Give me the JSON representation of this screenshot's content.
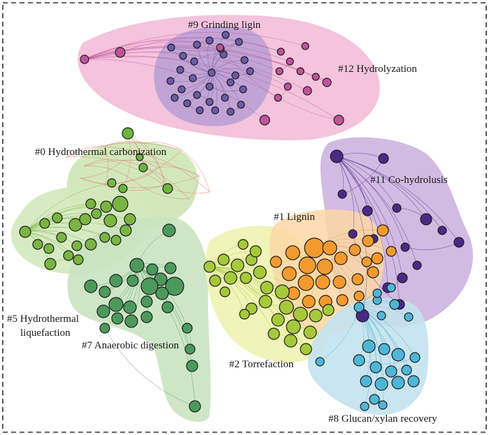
{
  "diagram": {
    "clusters": [
      {
        "id": "c9",
        "label": "#9 Grinding ligin",
        "color": "#6b5aa8",
        "hull": "#bda6d6"
      },
      {
        "id": "c12",
        "label": "#12 Hydrolyzation",
        "color": "#c0539c",
        "hull": "#f2b8d6"
      },
      {
        "id": "c0",
        "label": "#0 Hydrothermal carbonization",
        "color": "#6db33f",
        "hull": "#cde6b4",
        "link_color": "#e0706c"
      },
      {
        "id": "c11",
        "label": "#11 Co-hydrolusis",
        "color": "#4a2a86",
        "hull": "#cdb4df"
      },
      {
        "id": "c1",
        "label": "#1 Lignin",
        "color": "#f39a2e",
        "hull": "#fbd7a6"
      },
      {
        "id": "c5",
        "label": "#5 Hydrothermal liquefaction",
        "label_lines": [
          "#5 Hydrothermal",
          "liquefaction"
        ],
        "color": "#7ab542",
        "hull": "#d7ebc2"
      },
      {
        "id": "c7",
        "label": "#7  Anaerobic digestion",
        "color": "#4b9a5c",
        "hull": "#c9e3c0"
      },
      {
        "id": "c2",
        "label": "#2 Torrefaction",
        "color": "#a6c93a",
        "hull": "#eef3b0"
      },
      {
        "id": "c8",
        "label": "#8 Glucan/xylan recovery",
        "color": "#4fb6d6",
        "hull": "#c3e2ee"
      }
    ]
  }
}
